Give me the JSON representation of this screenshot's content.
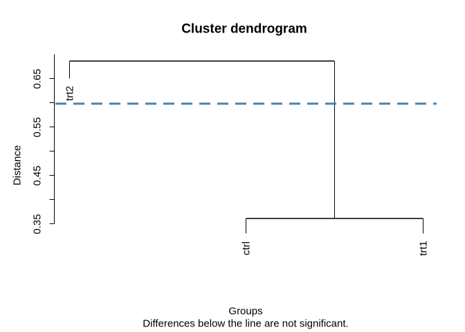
{
  "chart_data": {
    "type": "dendrogram",
    "title": "Cluster dendrogram",
    "ylabel": "Distance",
    "xlabel": "Groups",
    "note": "Differences below the line are not significant.",
    "leaves": [
      {
        "label": "trt2",
        "hang_to": 0.65
      },
      {
        "label": "ctrl",
        "hang_to": 0.33
      },
      {
        "label": "trt1",
        "hang_to": 0.33
      }
    ],
    "merges": [
      {
        "members": [
          "ctrl",
          "trt1"
        ],
        "height": 0.361
      },
      {
        "members": [
          "trt2",
          "ctrl+trt1"
        ],
        "height": 0.686
      }
    ],
    "threshold_line": {
      "value": 0.598,
      "style": "dashed",
      "color": "#4682B4"
    },
    "yaxis": {
      "range": [
        0.35,
        0.7
      ],
      "tick_step": 0.05,
      "labeled_values": [
        0.65,
        0.55,
        0.45,
        0.35
      ],
      "tick_labels": [
        "0.65",
        "0.55",
        "0.45",
        "0.35"
      ]
    },
    "grid": false,
    "legend": "none"
  }
}
